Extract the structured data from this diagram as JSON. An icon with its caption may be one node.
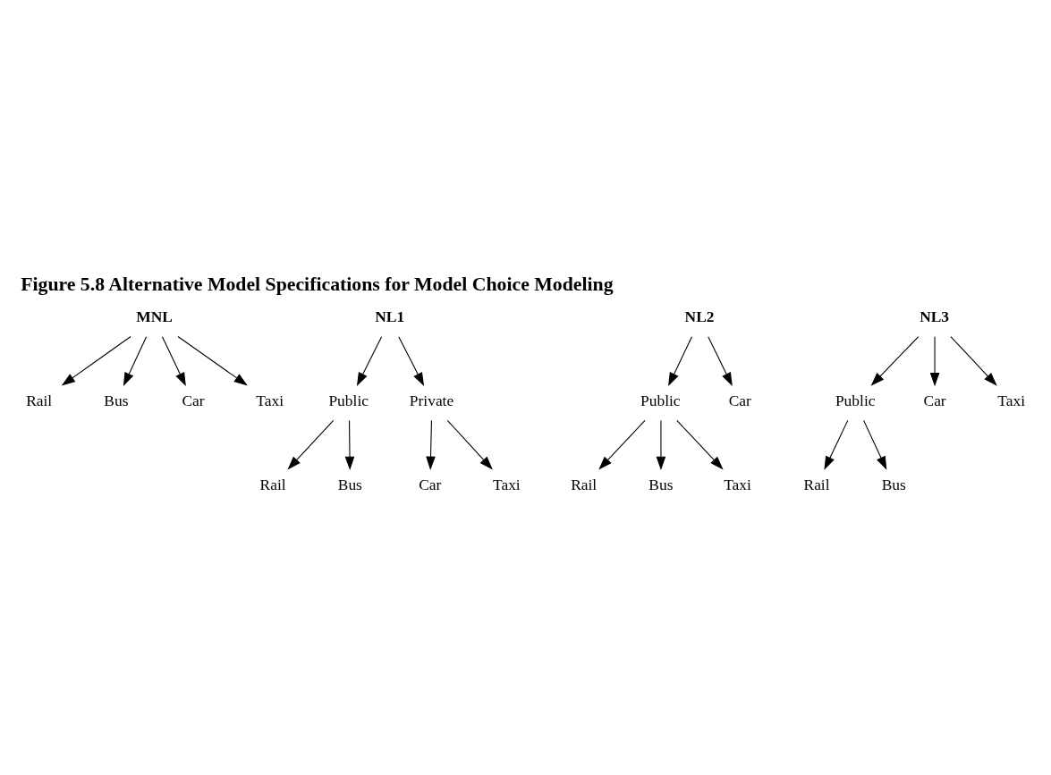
{
  "diagram": {
    "title": "Figure 5.8 Alternative Model Specifications for Model Choice Modeling",
    "nodes": [
      {
        "text": [
          "MNL"
        ]
      },
      {
        "text": [
          "Rail"
        ]
      },
      {
        "text": [
          "Bus"
        ]
      },
      {
        "text": [
          "Car"
        ]
      },
      {
        "text": [
          "Taxi"
        ]
      },
      {
        "text": [
          "NL1"
        ]
      },
      {
        "text": [
          "Public"
        ]
      },
      {
        "text": [
          "Private"
        ]
      },
      {
        "text": [
          "Rail"
        ]
      },
      {
        "text": [
          "Bus"
        ]
      },
      {
        "text": [
          "Car"
        ]
      },
      {
        "text": [
          "Taxi"
        ]
      },
      {
        "text": [
          "NL2"
        ]
      },
      {
        "text": [
          "Public"
        ]
      },
      {
        "text": [
          "Rail"
        ]
      },
      {
        "text": [
          "Bus"
        ]
      },
      {
        "text": [
          "Taxi"
        ]
      },
      {
        "text": [
          "Car"
        ]
      },
      {
        "text": [
          "NL3"
        ]
      },
      {
        "text": [
          "Public"
        ]
      },
      {
        "text": [
          "Rail"
        ]
      },
      {
        "text": [
          "Bus"
        ]
      },
      {
        "text": [
          "Car"
        ]
      },
      {
        "text": [
          "Taxi"
        ]
      }
    ],
    "edges": [
      {
        "from": 0,
        "to": 1,
        "arrow": "to"
      },
      {
        "from": 0,
        "to": 2,
        "arrow": "to"
      },
      {
        "from": 0,
        "to": 3,
        "arrow": "to"
      },
      {
        "from": 0,
        "to": 4,
        "arrow": "to"
      },
      {
        "from": 5,
        "to": 6,
        "arrow": "to"
      },
      {
        "from": 5,
        "to": 7,
        "arrow": "to"
      },
      {
        "from": 6,
        "to": 8,
        "arrow": "to"
      },
      {
        "from": 6,
        "to": 9,
        "arrow": "to"
      },
      {
        "from": 7,
        "to": 10,
        "arrow": "to"
      },
      {
        "from": 7,
        "to": 11,
        "arrow": "to"
      },
      {
        "from": 12,
        "to": 13,
        "arrow": "to"
      },
      {
        "from": 12,
        "to": 17,
        "arrow": "to"
      },
      {
        "from": 13,
        "to": 14,
        "arrow": "to"
      },
      {
        "from": 13,
        "to": 15,
        "arrow": "to"
      },
      {
        "from": 13,
        "to": 16,
        "arrow": "to"
      },
      {
        "from": 18,
        "to": 19,
        "arrow": "to"
      },
      {
        "from": 18,
        "to": 22,
        "arrow": "to"
      },
      {
        "from": 18,
        "to": 23,
        "arrow": "to"
      },
      {
        "from": 19,
        "to": 20,
        "arrow": "to"
      },
      {
        "from": 19,
        "to": 21,
        "arrow": "to"
      }
    ]
  }
}
